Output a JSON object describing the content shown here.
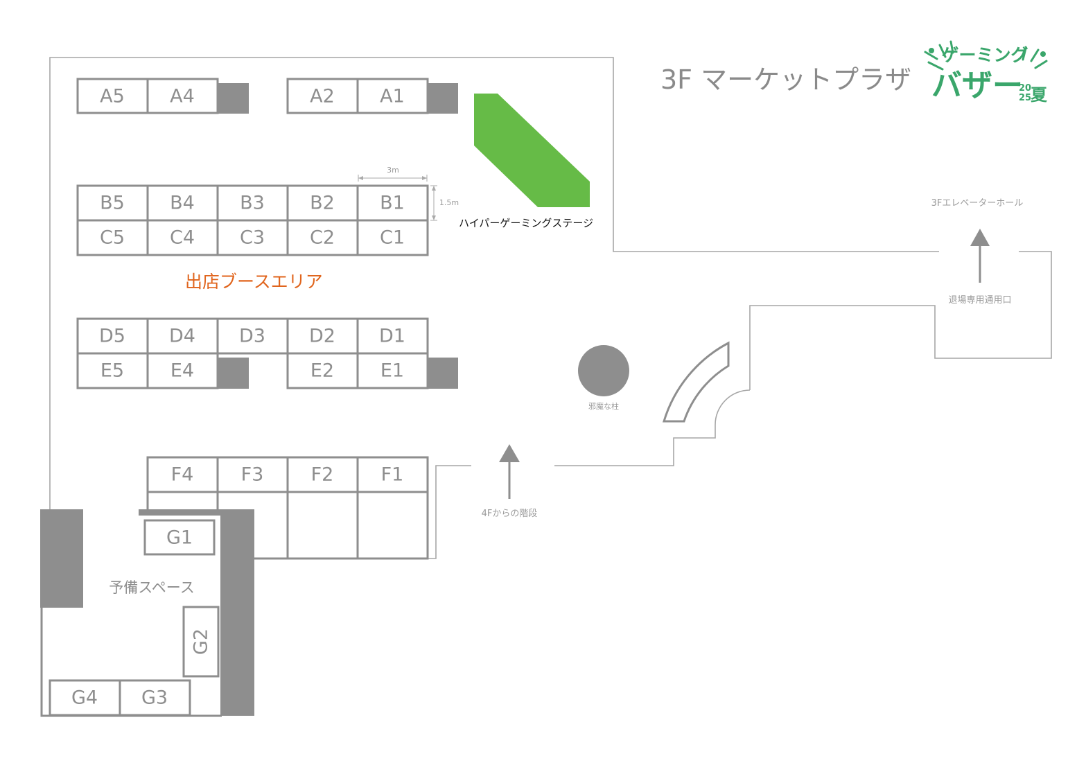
{
  "header": {
    "title": "3F マーケットプラザ",
    "logo": {
      "line1": "ゲーミング",
      "line2": "バザー",
      "year_top": "20",
      "year_bottom": "25",
      "season": "夏",
      "color": "#3aa66b"
    }
  },
  "labels": {
    "booth_area": "出店ブースエリア",
    "stage": "ハイパーゲーミングステージ",
    "pillar": "邪魔な柱",
    "stairs": "4Fからの階段",
    "elevator_hall": "3Fエレベーターホール",
    "exit": "退場専用通用口",
    "reserve_space": "予備スペース",
    "dim_width": "3m",
    "dim_height": "1.5m"
  },
  "colors": {
    "wall": "#a6a6a6",
    "booth_border": "#8e8e8e",
    "block": "#8e8e8e",
    "stage": "#66bb47",
    "area_label": "#e0641c"
  },
  "booths": {
    "A": [
      "A5",
      "A4",
      "A2",
      "A1"
    ],
    "B": [
      "B5",
      "B4",
      "B3",
      "B2",
      "B1"
    ],
    "C": [
      "C5",
      "C4",
      "C3",
      "C2",
      "C1"
    ],
    "D": [
      "D5",
      "D4",
      "D3",
      "D2",
      "D1"
    ],
    "E": [
      "E5",
      "E4",
      "E2",
      "E1"
    ],
    "F": [
      "F4",
      "F3",
      "F2",
      "F1"
    ],
    "G": [
      "G1",
      "G2",
      "G3",
      "G4"
    ]
  }
}
